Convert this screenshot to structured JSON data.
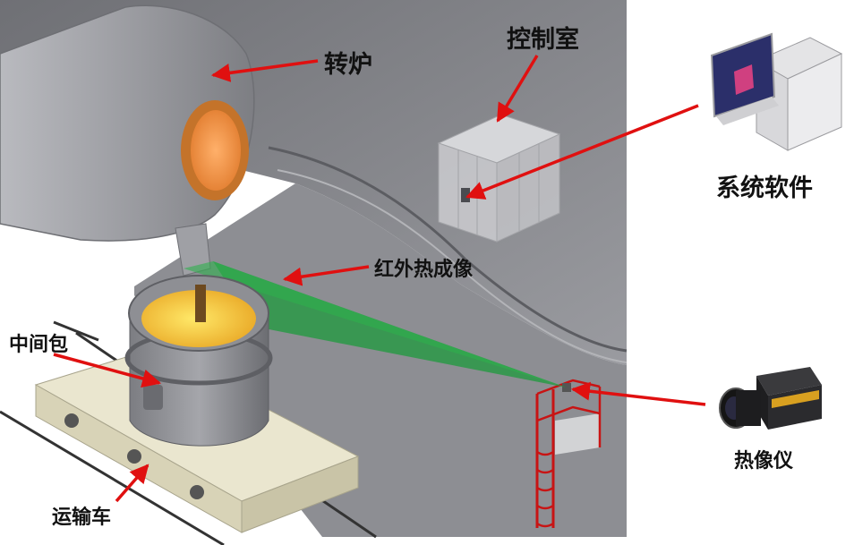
{
  "labels": {
    "converter": "转炉",
    "control_room": "控制室",
    "system_software": "系统软件",
    "infrared_imaging": "红外热成像",
    "tundish": "中间包",
    "transport_car": "运输车",
    "thermal_camera": "热像仪"
  },
  "colors": {
    "arrow": "#e01010",
    "beam": "#1e9a3c",
    "wall": "#8a8b90",
    "molten": "#f2c12e",
    "ladder": "#c81414"
  }
}
